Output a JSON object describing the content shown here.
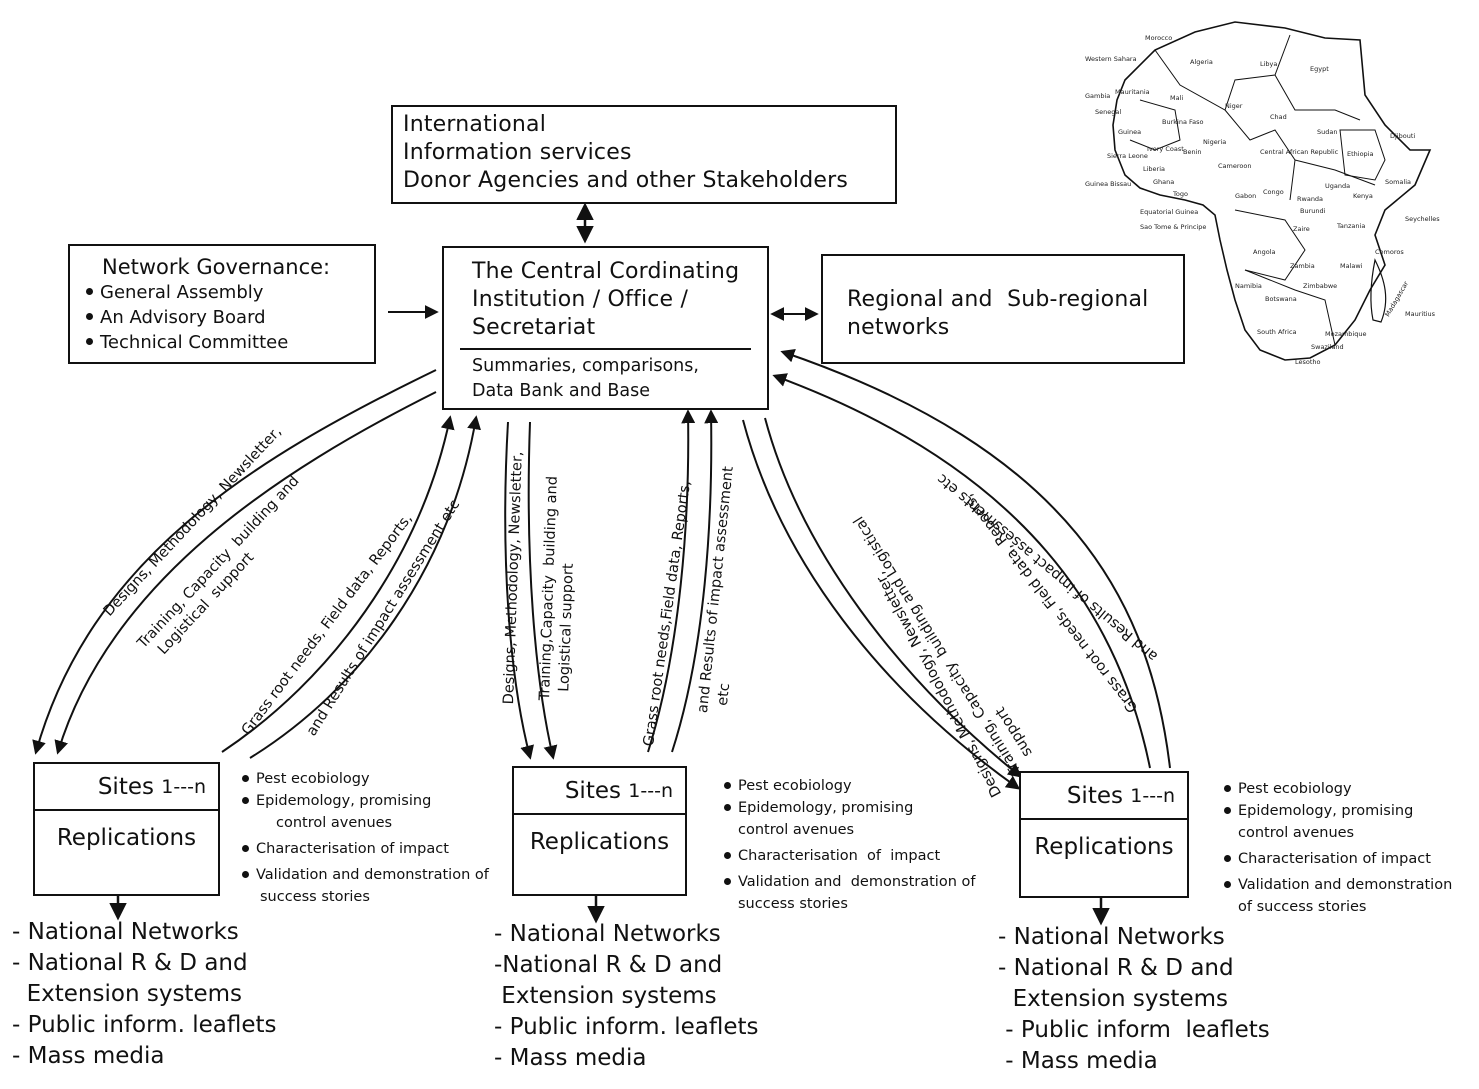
{
  "top_box": {
    "lines": [
      "International",
      "Information services",
      "Donor Agencies and other Stakeholders"
    ]
  },
  "governance": {
    "title": "Network Governance:",
    "items": [
      "General Assembly",
      "An Advisory Board",
      "Technical Committee"
    ]
  },
  "central": {
    "title_lines": [
      "The Central Cordinating",
      "Institution / Office /",
      "Secretariat"
    ],
    "sub_lines": [
      "Summaries, comparisons,",
      "Data Bank and Base"
    ]
  },
  "regional": {
    "lines": [
      "Regional and  Sub-regional",
      "networks"
    ]
  },
  "flows": {
    "left_down_1": "Designs, Methodology, Newsletter,",
    "left_down_2": "Training, Capacity  building and\n  Logistical  support",
    "left_up_1": "Grass root needs, Field data, Reports,",
    "left_up_2": "and Results of impact assessment etc",
    "mid_down_1": "Designs, Methodology, Newsletter,",
    "mid_down_2": "Training,Capacity  building and\n  Logistical support",
    "mid_up_1": "Grass root needs,Field data, Reports,",
    "mid_up_2": "and Results of impact assessment\n  etc",
    "right_down_1": "Designs, Methodology, Newsletter,",
    "right_down_2": "Training, Capacity  building and Logistical\n  support",
    "right_up_1": "Grass root needs, Field data, Reports,",
    "right_up_2": "and Results of impact assessments etc"
  },
  "sites": [
    {
      "label": "Sites",
      "range": "1---n",
      "body": "Replications",
      "activities": [
        {
          "lines": [
            "Pest ecobiology"
          ]
        },
        {
          "lines": [
            "Epidemology, promising",
            "control avenues"
          ]
        },
        {
          "lines": [
            "Characterisation of impact"
          ]
        },
        {
          "lines": [
            "Validation and demonstration of",
            "success stories"
          ]
        }
      ],
      "outputs": [
        "- National Networks",
        "- National R & D and",
        "  Extension systems",
        "- Public inform. leaflets",
        "- Mass media"
      ]
    },
    {
      "label": "Sites",
      "range": "1---n",
      "body": "Replications",
      "activities": [
        {
          "lines": [
            "Pest ecobiology"
          ]
        },
        {
          "lines": [
            "Epidemology, promising",
            "control avenues"
          ]
        },
        {
          "lines": [
            "Characterisation  of  impact"
          ]
        },
        {
          "lines": [
            "Validation and  demonstration of",
            "success stories"
          ]
        }
      ],
      "outputs": [
        "- National Networks",
        "-National R & D and",
        " Extension systems",
        "- Public inform. leaflets",
        "- Mass media"
      ]
    },
    {
      "label": "Sites",
      "range": "1---n",
      "body": "Replications",
      "activities": [
        {
          "lines": [
            "Pest ecobiology"
          ]
        },
        {
          "lines": [
            "Epidemology, promising",
            "control avenues"
          ]
        },
        {
          "lines": [
            "Characterisation of impact"
          ]
        },
        {
          "lines": [
            "Validation and demonstration",
            "of success stories"
          ]
        }
      ],
      "outputs": [
        "- National Networks",
        "- National R & D and",
        "  Extension systems",
        " - Public inform  leaflets",
        " - Mass media"
      ]
    }
  ],
  "map": {
    "name": "Africa",
    "countries": [
      "Morocco",
      "Algeria",
      "Libya",
      "Egypt",
      "Western Sahara",
      "Mauritania",
      "Mali",
      "Niger",
      "Chad",
      "Sudan",
      "Gambia",
      "Senegal",
      "Guinea",
      "Burkina Faso",
      "Nigeria",
      "Benin",
      "Togo",
      "Ghana",
      "Ivory Coast",
      "Sierra Leone",
      "Liberia",
      "Guinea Bissau",
      "Cameroon",
      "Central African Republic",
      "Ethiopia",
      "Djibouti",
      "Somalia",
      "Kenya",
      "Uganda",
      "Rwanda",
      "Burundi",
      "Gabon",
      "Congo",
      "Zaire",
      "Tanzania",
      "Equatorial Guinea",
      "Sao Tome & Principe",
      "Seychelles",
      "Angola",
      "Zambia",
      "Malawi",
      "Comoros",
      "Namibia",
      "Botswana",
      "Zimbabwe",
      "Mozambique",
      "Madagascar",
      "Mauritius",
      "South Africa",
      "Swaziland",
      "Lesotho"
    ]
  }
}
